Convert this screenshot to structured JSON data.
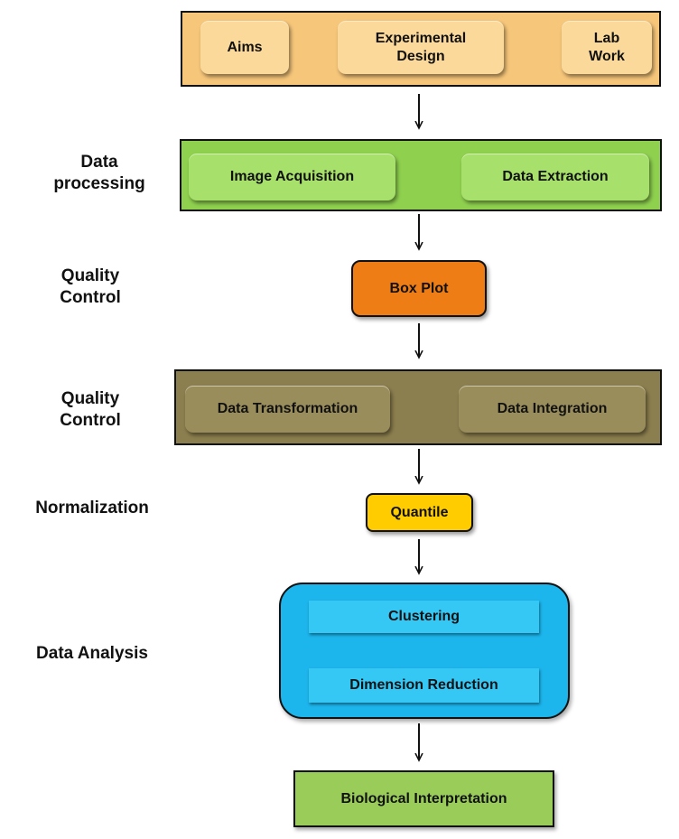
{
  "stages": {
    "experiment": {
      "aims": "Aims",
      "design": "Experimental\nDesign",
      "lab": "Lab\nWork"
    },
    "processing": {
      "label": "Data\nprocessing",
      "acquisition": "Image Acquisition",
      "extraction": "Data Extraction"
    },
    "qc1": {
      "label": "Quality\nControl",
      "boxplot": "Box Plot"
    },
    "qc2": {
      "label": "Quality\nControl",
      "transformation": "Data Transformation",
      "integration": "Data Integration"
    },
    "normalization": {
      "label": "Normalization",
      "quantile": "Quantile"
    },
    "analysis": {
      "label": "Data Analysis",
      "clustering": "Clustering",
      "reduction": "Dimension Reduction"
    },
    "interpretation": {
      "box": "Biological Interpretation"
    }
  },
  "colors": {
    "experiment_panel": "#f6c67a",
    "experiment_box": "#fbd99a",
    "processing_panel": "#8fd14f",
    "processing_box": "#a7e06a",
    "boxplot": "#ee7d16",
    "qc2_panel": "#8c7f4f",
    "qc2_box": "#9a8d5c",
    "quantile": "#ffcc00",
    "analysis_panel": "#1cb5ec",
    "analysis_box": "#35c8f5",
    "interpretation": "#9acc5a"
  }
}
